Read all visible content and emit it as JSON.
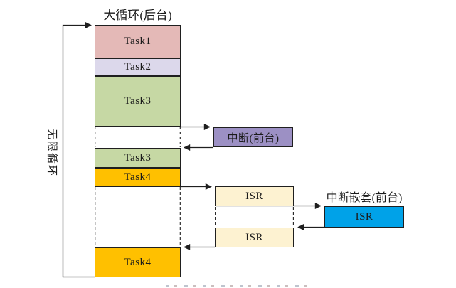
{
  "diagram": {
    "title": "大循环(后台)",
    "infinite_loop_label": "无限循环",
    "nested_interrupt_label": "中断嵌套(前台)",
    "blocks": {
      "task1": {
        "label": "Task1",
        "color": "#e4b9b7"
      },
      "task2": {
        "label": "Task2",
        "color": "#dcd8eb"
      },
      "task3_first": {
        "label": "Task3",
        "color": "#c6d8a4"
      },
      "task3_second": {
        "label": "Task3",
        "color": "#c6d8a4"
      },
      "task4_first": {
        "label": "Task4",
        "color": "#ffc000"
      },
      "task4_second": {
        "label": "Task4",
        "color": "#ffc000"
      },
      "interrupt": {
        "label": "中断(前台)",
        "color": "#9c90c4"
      },
      "isr_first": {
        "label": "ISR",
        "color": "#fdf2d1"
      },
      "isr_second": {
        "label": "ISR",
        "color": "#fdf2d1"
      },
      "isr_nested": {
        "label": "ISR",
        "color": "#00a2e8"
      }
    },
    "line_color": "#1f1f1f"
  }
}
